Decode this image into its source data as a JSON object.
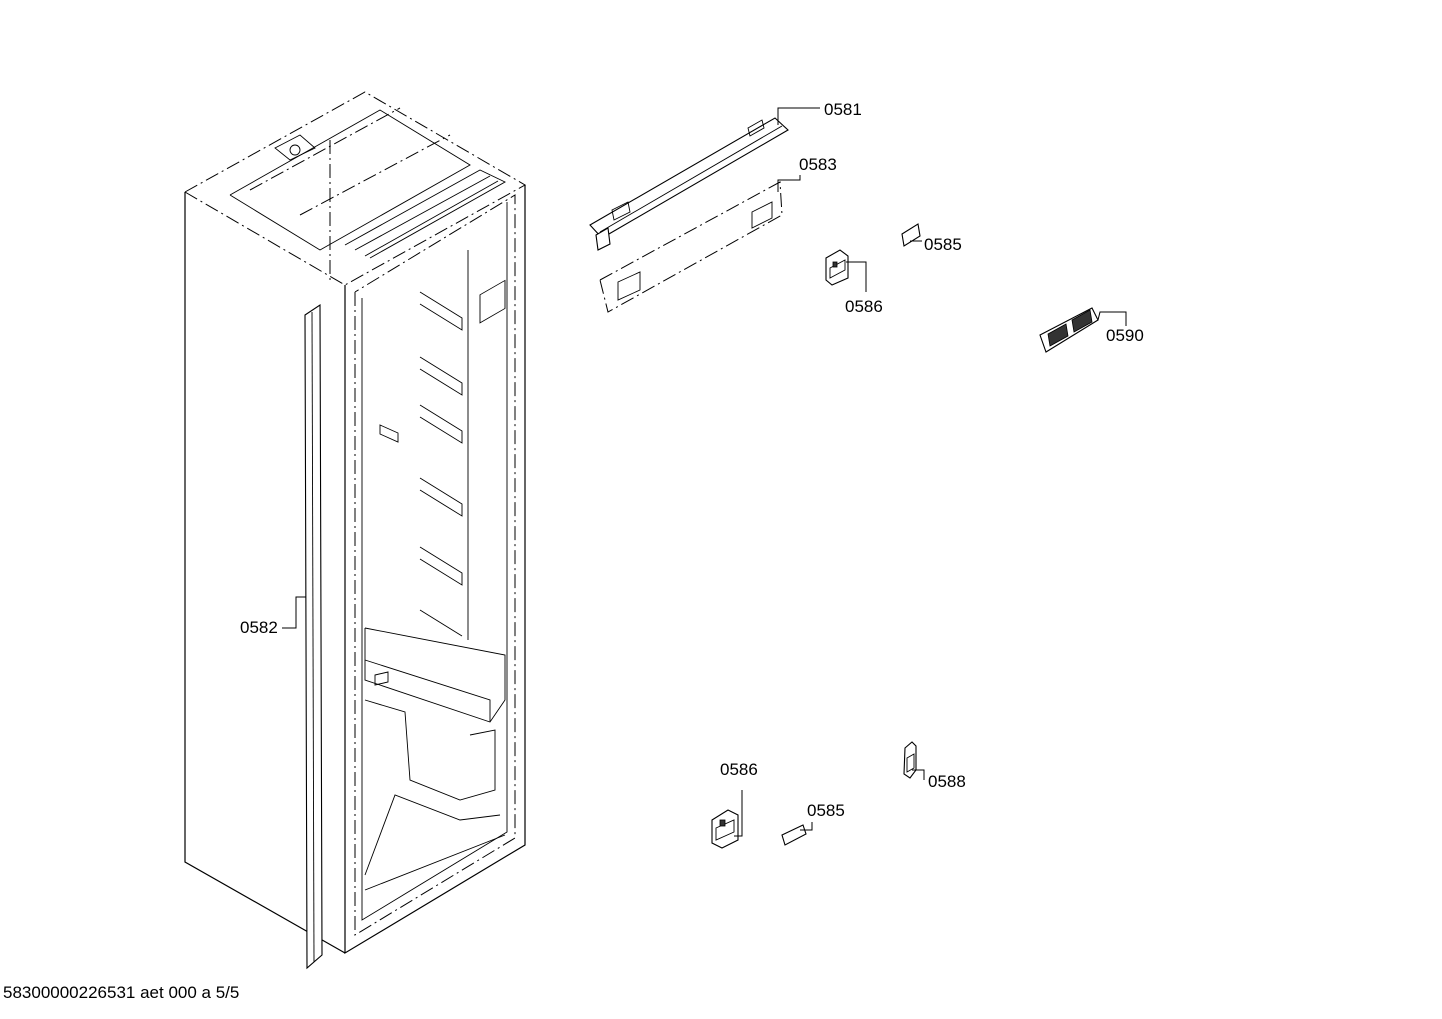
{
  "parts": {
    "p0581": "0581",
    "p0582": "0582",
    "p0583": "0583",
    "p0585a": "0585",
    "p0585b": "0585",
    "p0586a": "0586",
    "p0586b": "0586",
    "p0588": "0588",
    "p0590": "0590"
  },
  "footer": {
    "doc_id": "58300000226531 aet 000 a 5/5"
  }
}
